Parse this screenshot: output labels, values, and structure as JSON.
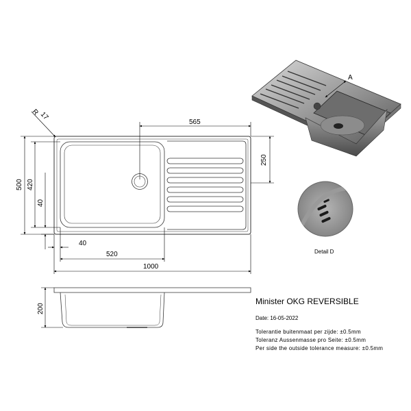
{
  "drawing": {
    "radius_prefix": "R",
    "radius_value": "17",
    "dim_565": "565",
    "dim_250": "250",
    "dim_500": "500",
    "dim_420": "420",
    "dim_40_left": "40",
    "dim_40_bottom": "40",
    "dim_520": "520",
    "dim_1000": "1000",
    "dim_200": "200",
    "label_a": "A",
    "detail_label": "Detail D"
  },
  "title_block": {
    "product": "Minister OKG REVERSIBLE",
    "date": "Date: 16-05-2022",
    "tolerances": [
      "Tolerantie buitenmaat per zijde: ±0.5mm",
      "Toleranz Aussenmasse pro Seite: ±0.5mm",
      "Per side the outside tolerance measure: ±0.5mm"
    ]
  }
}
